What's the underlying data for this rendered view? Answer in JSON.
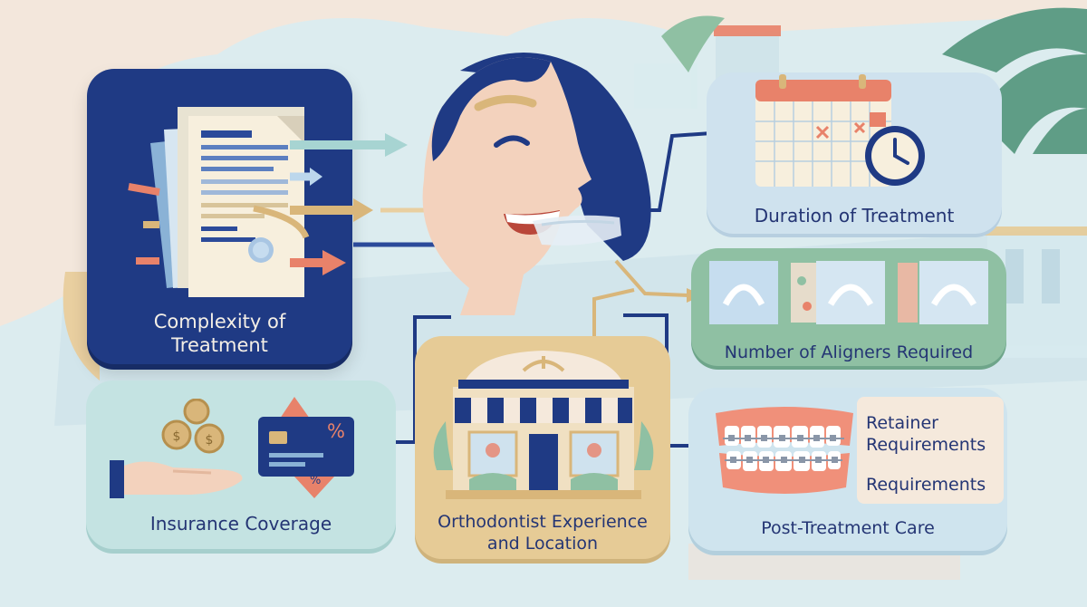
{
  "diagram": {
    "factors": [
      {
        "id": "complexity",
        "label_lines": [
          "Complexity of",
          "Treatment"
        ]
      },
      {
        "id": "duration",
        "label": "Duration of Treatment"
      },
      {
        "id": "aligners",
        "label": "Number of Aligners Required"
      },
      {
        "id": "insurance",
        "label": "Insurance Coverage"
      },
      {
        "id": "orthodontist",
        "label_lines": [
          "Orthodontist Experience",
          "and Location"
        ]
      },
      {
        "id": "posttreatment",
        "label": "Post-Treatment Care",
        "side_lines": [
          "Retainer",
          "Requirements",
          "Requirements"
        ]
      }
    ],
    "insurance_card_symbol": "%"
  },
  "colors": {
    "navy": "#1f3a84",
    "background": "#f3e7dc",
    "sky": "#cfe2ee",
    "sage": "#8fc0a3",
    "mint": "#c4e3e2",
    "sand": "#e6cb96",
    "coral": "#e8826a"
  },
  "icons": [
    "document-stack-icon",
    "smiling-face-with-aligner-icon",
    "calendar-icon",
    "clock-icon",
    "aligner-tile-icon",
    "coins-icon",
    "hand-icon",
    "credit-card-icon",
    "storefront-icon",
    "braces-teeth-icon"
  ]
}
